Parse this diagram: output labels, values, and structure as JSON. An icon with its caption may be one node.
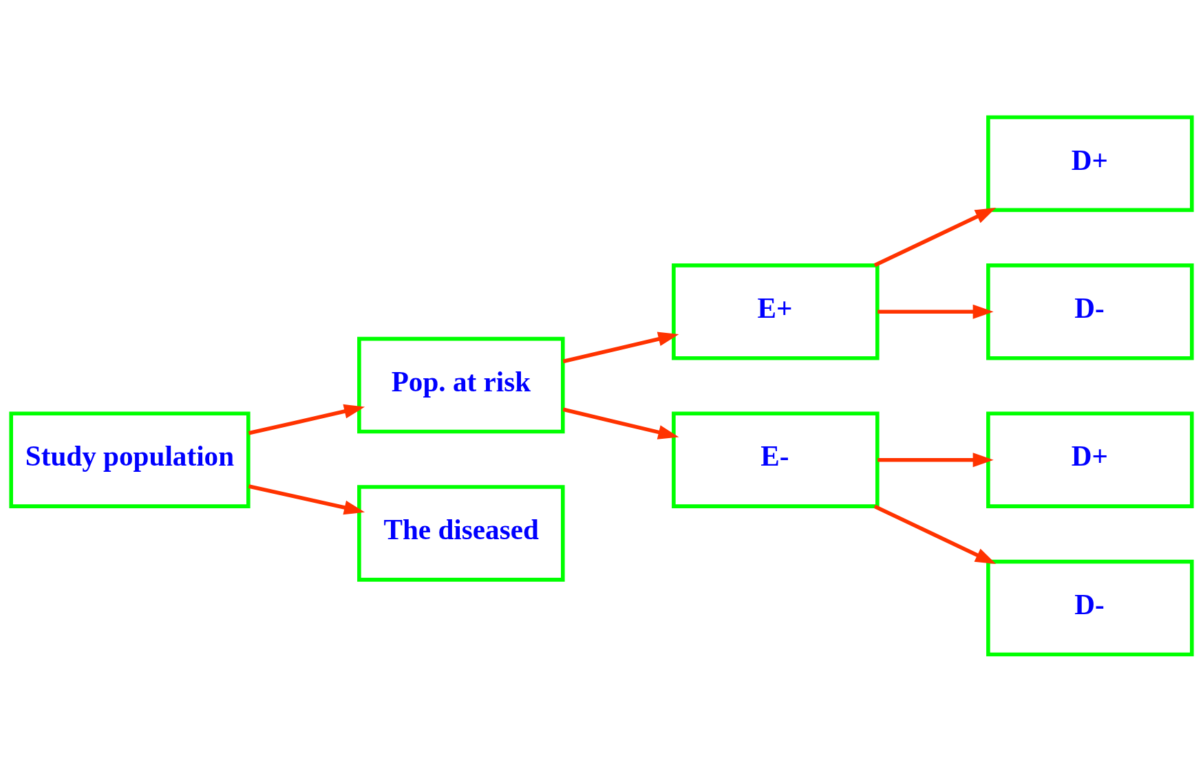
{
  "diagram": {
    "nodes": [
      {
        "text": [
          "Study population"
        ]
      },
      {
        "text": [
          "Pop. at risk"
        ]
      },
      {
        "text": [
          "The diseased"
        ]
      },
      {
        "text": [
          "E+"
        ]
      },
      {
        "text": [
          "E-"
        ]
      },
      {
        "text": [
          "D+"
        ]
      },
      {
        "text": [
          "D-"
        ]
      },
      {
        "text": [
          "D+"
        ]
      },
      {
        "text": [
          "D-"
        ]
      }
    ],
    "edges": [
      {
        "from": 0,
        "to": 1,
        "arrow": "to"
      },
      {
        "from": 0,
        "to": 2,
        "arrow": "to"
      },
      {
        "from": 1,
        "to": 3,
        "arrow": "to"
      },
      {
        "from": 1,
        "to": 4,
        "arrow": "to"
      },
      {
        "from": 3,
        "to": 5,
        "arrow": "to"
      },
      {
        "from": 3,
        "to": 6,
        "arrow": "to"
      },
      {
        "from": 4,
        "to": 7,
        "arrow": "to"
      },
      {
        "from": 4,
        "to": 8,
        "arrow": "to"
      }
    ]
  }
}
